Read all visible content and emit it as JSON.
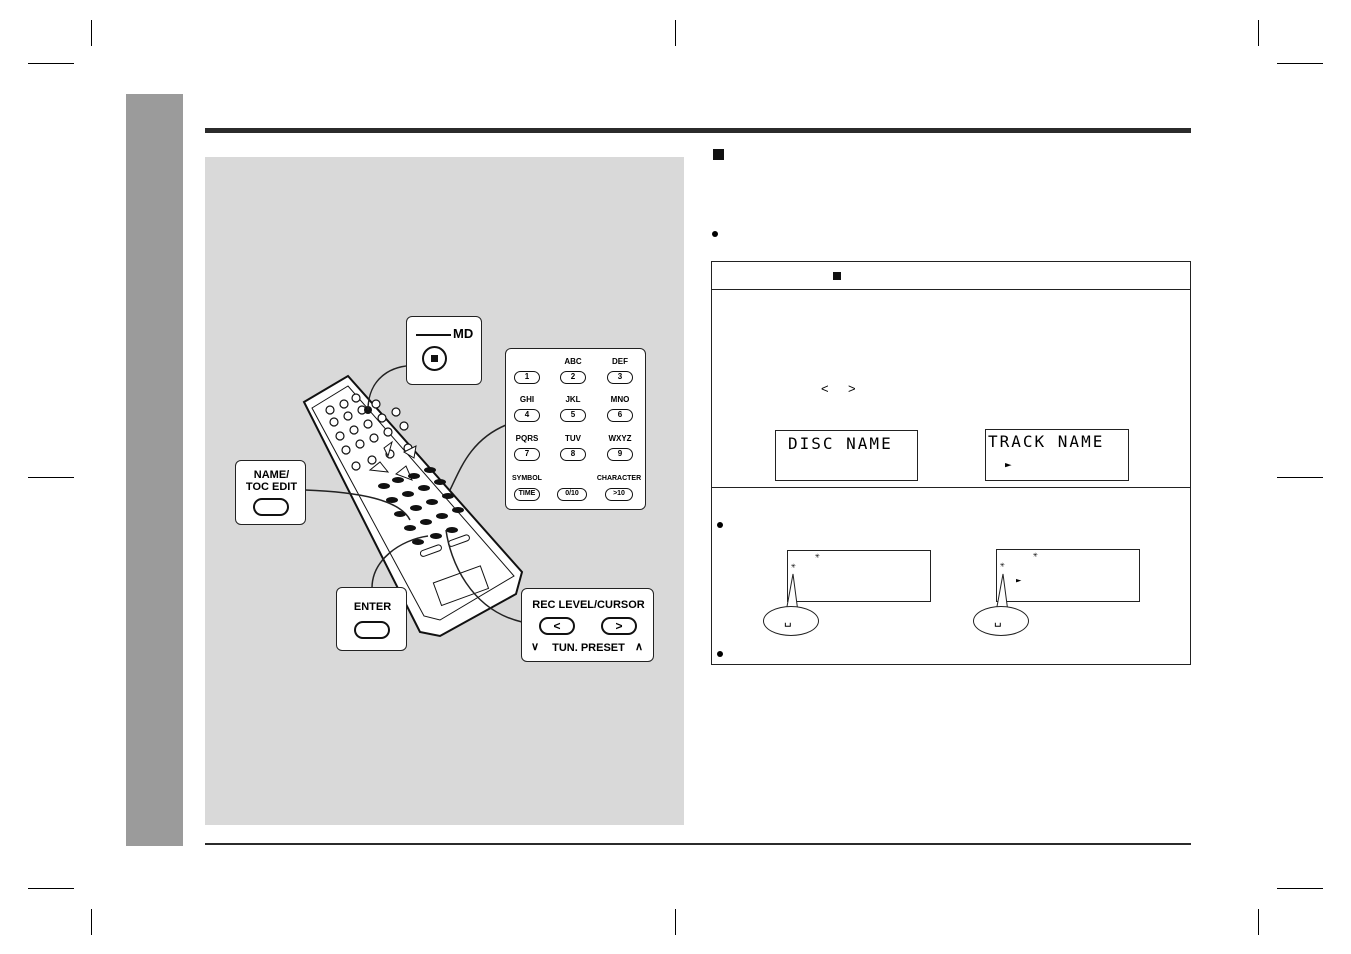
{
  "remote": {
    "md_label": "MD",
    "name_toc_label_1": "NAME/",
    "name_toc_label_2": "TOC EDIT",
    "enter_label": "ENTER",
    "rec_level_label": "REC LEVEL/CURSOR",
    "tun_preset_label": "TUN. PRESET",
    "cursor_left": "<",
    "cursor_right": ">",
    "keypad": {
      "letters": [
        "",
        "ABC",
        "DEF",
        "GHI",
        "JKL",
        "MNO",
        "PQRS",
        "TUV",
        "WXYZ",
        "SYMBOL",
        "",
        "CHARACTER"
      ],
      "keys": [
        "1",
        "2",
        "3",
        "4",
        "5",
        "6",
        "7",
        "8",
        "9",
        "TIME",
        "0/10",
        ">10"
      ]
    }
  },
  "table": {
    "cursor_lt": "<",
    "cursor_gt": ">",
    "lcd_disc": "DISC NAME",
    "lcd_track": "TRACK NAME",
    "lcd_track_arrow": "►",
    "lcd_small_arrow": "►",
    "bubble_char": "␣"
  }
}
